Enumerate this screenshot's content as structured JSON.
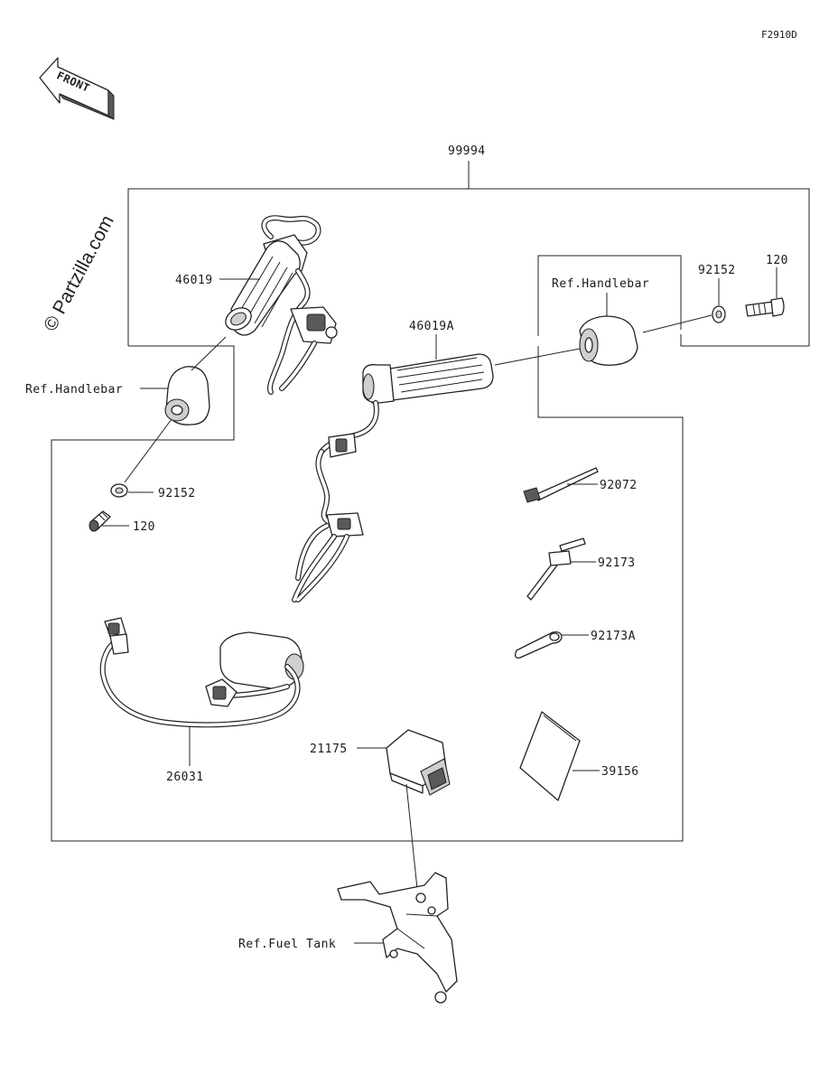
{
  "figure_code": "F2910D",
  "front_arrow_label": "FRONT",
  "watermark": "© Partzilla.com",
  "assembly": {
    "part_no": "99994"
  },
  "parts": {
    "grip_left": "46019",
    "grip_right": "46019A",
    "washer_right": "92152",
    "bolt_right": "120",
    "washer_left": "92152",
    "bolt_left": "120",
    "band_92072": "92072",
    "clamp_92173": "92173",
    "clamp_92173a": "92173A",
    "harness": "26031",
    "controller": "21175",
    "sticker": "39156"
  },
  "references": {
    "handlebar_right": "Ref.Handlebar",
    "handlebar_left": "Ref.Handlebar",
    "fuel_tank": "Ref.Fuel Tank"
  }
}
